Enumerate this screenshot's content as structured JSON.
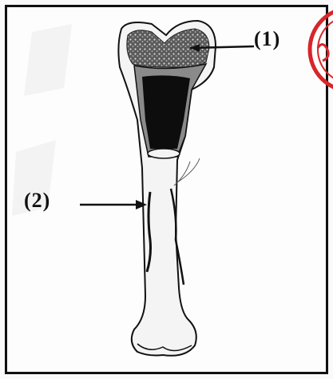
{
  "diagram": {
    "labels": [
      {
        "id": "1",
        "text": "(1)"
      },
      {
        "id": "2",
        "text": "(2)"
      }
    ]
  },
  "colors": {
    "ink": "#111111",
    "stamp": "#d7262b",
    "bone_fill": "#f4f4f4",
    "marrow": "#0d0d0d",
    "spongy": "#4a4a4a"
  }
}
